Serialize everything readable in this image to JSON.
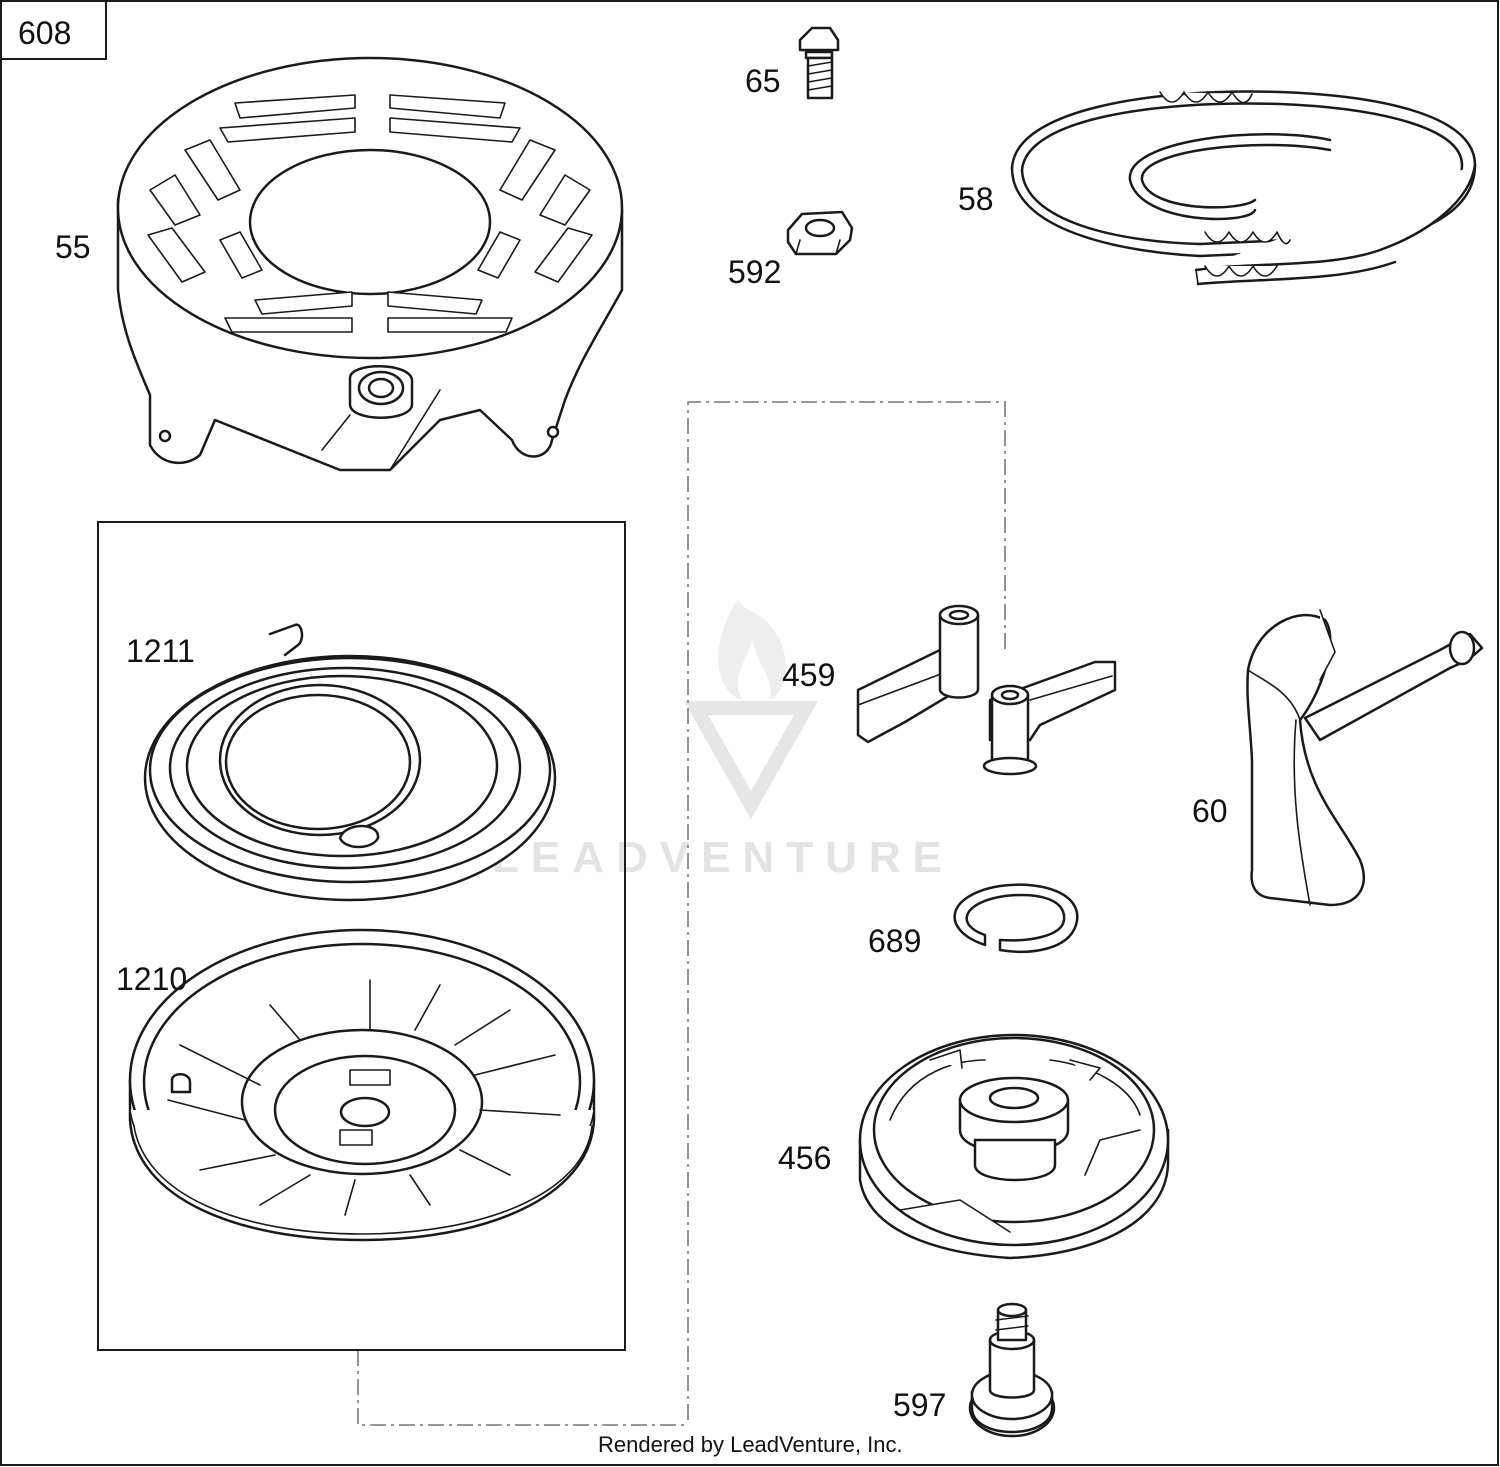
{
  "diagram": {
    "page_number": "608",
    "footer": "Rendered by LeadVenture, Inc.",
    "watermark": "LEADVENTURE",
    "colors": {
      "line": "#1a1a1a",
      "watermark": "#e3e3e3",
      "leader": "#777777"
    },
    "labels": {
      "p55": "55",
      "p65": "65",
      "p592": "592",
      "p58": "58",
      "p1211": "1211",
      "p1210": "1210",
      "p459": "459",
      "p60": "60",
      "p689": "689",
      "p456": "456",
      "p597": "597"
    }
  }
}
